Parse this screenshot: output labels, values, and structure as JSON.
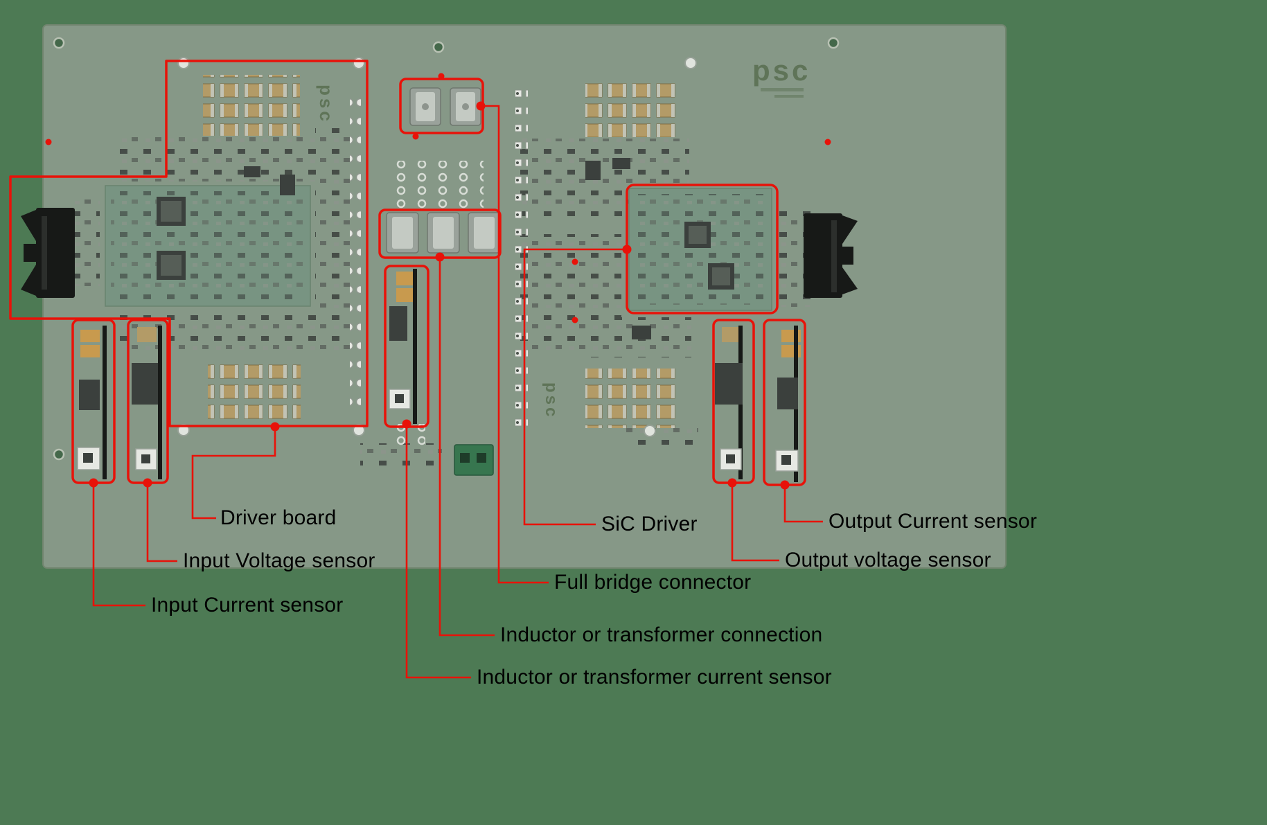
{
  "logo": "psc",
  "colors": {
    "bg_green": "#4d7a54",
    "pcb_green": "#869887",
    "subboard_green": "#789482",
    "cap_tan": "#b39b67",
    "cap_bright": "#c89a4e",
    "ic_dark": "#3b403d",
    "black_part": "#171917",
    "metal_mid": "#9aa29b",
    "metal_light": "#c4cac3",
    "silk_white": "#e6e8e3",
    "hole_dark": "#44684a",
    "terminal_green": "#37764f",
    "logo_green": "#5f7458",
    "annotation_red": "#e81209",
    "label_black": "#000000"
  },
  "annotations": [
    {
      "id": "driver-board",
      "label": "Driver board"
    },
    {
      "id": "input-voltage-sensor",
      "label": "Input Voltage sensor"
    },
    {
      "id": "input-current-sensor",
      "label": "Input Current sensor"
    },
    {
      "id": "sic-driver",
      "label": "SiC Driver"
    },
    {
      "id": "full-bridge-connector",
      "label": "Full bridge connector"
    },
    {
      "id": "inductor-connection",
      "label": "Inductor or transformer connection"
    },
    {
      "id": "inductor-current-sensor",
      "label": "Inductor or transformer current sensor"
    },
    {
      "id": "output-current-sensor",
      "label": "Output Current sensor"
    },
    {
      "id": "output-voltage-sensor",
      "label": "Output voltage sensor"
    }
  ]
}
